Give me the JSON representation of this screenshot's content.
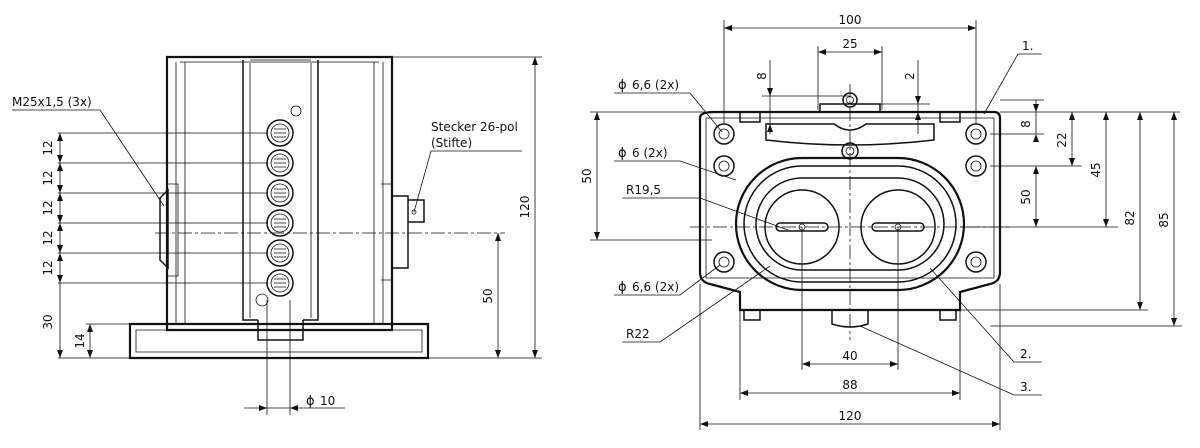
{
  "side_view": {
    "thread_label": "M25x1,5 (3x)",
    "connector_label_1": "Stecker 26-pol",
    "connector_label_2": "(Stifte)",
    "dim_12": "12",
    "dim_30": "30",
    "dim_14": "14",
    "dim_50": "50",
    "dim_120": "120",
    "dim_dia10": "10",
    "diameter_symbol": "ϕ"
  },
  "front_view": {
    "dim_100": "100",
    "dim_25": "25",
    "dim_8_top": "8",
    "dim_2": "2",
    "dim_8_right": "8",
    "dim_22": "22",
    "dim_45": "45",
    "dim_50_right": "50",
    "dim_82": "82",
    "dim_85": "85",
    "dim_50_left": "50",
    "dim_40": "40",
    "dim_88": "88",
    "dim_120": "120",
    "hole_66_top": "6,6 (2x)",
    "hole_6": "6 (2x)",
    "hole_66_bottom": "6,6 (2x)",
    "radius_195": "R19,5",
    "radius_22": "R22",
    "callout_1": "1.",
    "callout_2": "2.",
    "callout_3": "3.",
    "diameter_symbol": "ϕ"
  }
}
